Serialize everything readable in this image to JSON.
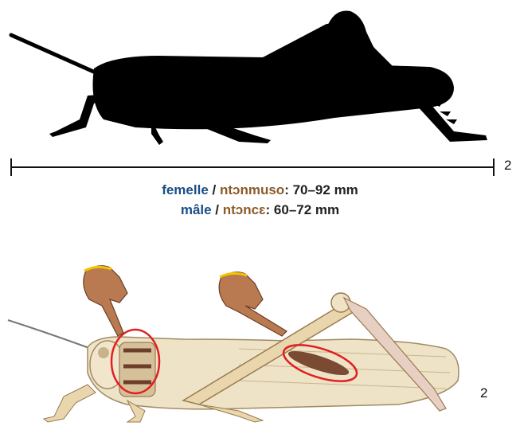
{
  "figure_number_top": "2",
  "figure_number_bottom": "2",
  "female_size": {
    "label_fr": "femelle",
    "separator": " / ",
    "label_bm": "ntɔnmuso",
    "value": ": 70–92 mm"
  },
  "male_size": {
    "label_fr": "mâle",
    "separator": " / ",
    "label_bm": "ntɔncɛ",
    "value": ": 60–72 mm"
  },
  "colors": {
    "french_label": "#1c4f86",
    "bambara_label": "#8b5a2b",
    "highlight_circle": "#e02020",
    "silhouette": "#000000"
  },
  "icons": [
    "grasshopper-silhouette",
    "pointing-hand-icon",
    "grasshopper-illustration"
  ]
}
